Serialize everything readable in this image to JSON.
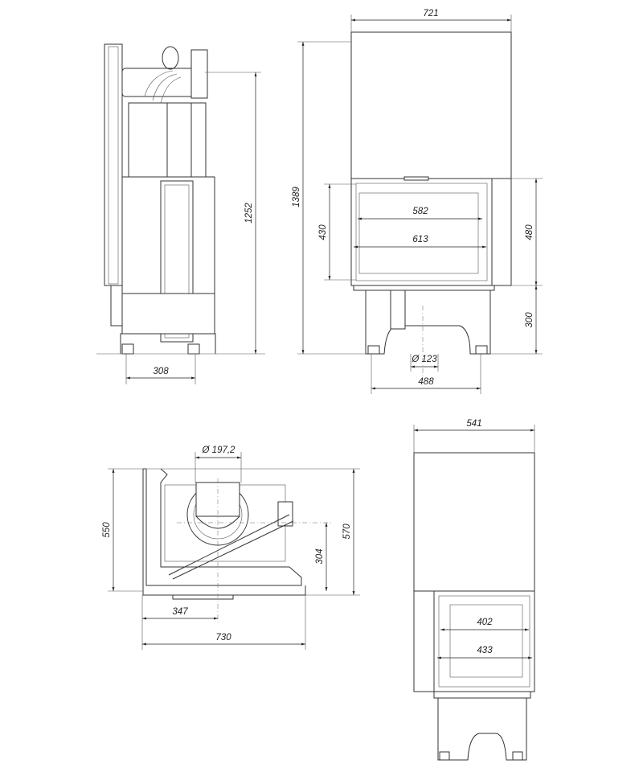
{
  "side_view": {
    "height_label": "1252",
    "depth_label": "308"
  },
  "front_view": {
    "width_label": "721",
    "total_height_label": "1389",
    "glass_height_label": "430",
    "door_height_label": "480",
    "base_height_label": "300",
    "glass_width_label": "582",
    "door_width_label": "613",
    "air_inlet_label": "Ø 123",
    "feet_spacing_label": "488"
  },
  "plan_view": {
    "flue_diameter_label": "Ø 197,2",
    "depth_label": "550",
    "total_depth_label": "570",
    "flue_offset_y_label": "304",
    "flue_offset_x_label": "347",
    "width_label": "730"
  },
  "right_view": {
    "width_label": "541",
    "glass_width_label": "402",
    "door_width_label": "433"
  }
}
